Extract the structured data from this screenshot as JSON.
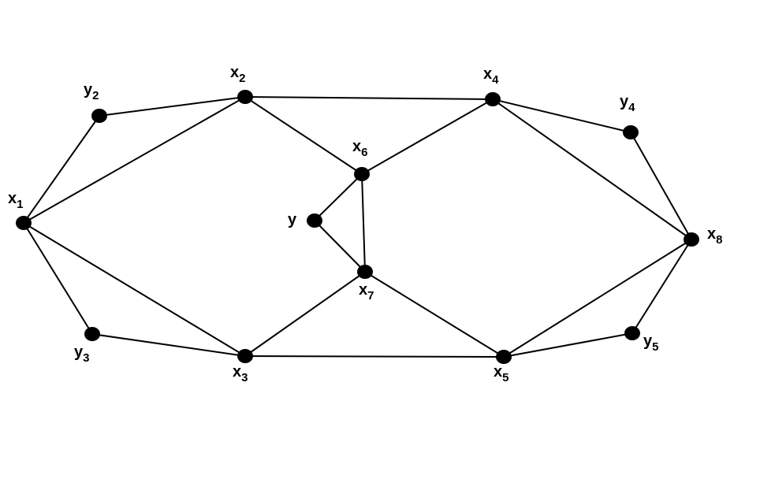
{
  "graph": {
    "vertices": [
      {
        "id": "x1",
        "name": "x",
        "sub": "1"
      },
      {
        "id": "x2",
        "name": "x",
        "sub": "2"
      },
      {
        "id": "x3",
        "name": "x",
        "sub": "3"
      },
      {
        "id": "x4",
        "name": "x",
        "sub": "4"
      },
      {
        "id": "x5",
        "name": "x",
        "sub": "5"
      },
      {
        "id": "x6",
        "name": "x",
        "sub": "6"
      },
      {
        "id": "x7",
        "name": "x",
        "sub": "7"
      },
      {
        "id": "x8",
        "name": "x",
        "sub": "8"
      },
      {
        "id": "y",
        "name": "y",
        "sub": ""
      },
      {
        "id": "y2",
        "name": "y",
        "sub": "2"
      },
      {
        "id": "y3",
        "name": "y",
        "sub": "3"
      },
      {
        "id": "y4",
        "name": "y",
        "sub": "4"
      },
      {
        "id": "y5",
        "name": "y",
        "sub": "5"
      }
    ],
    "edges": [
      [
        "x1",
        "y2"
      ],
      [
        "y2",
        "x2"
      ],
      [
        "x1",
        "x2"
      ],
      [
        "x1",
        "y3"
      ],
      [
        "y3",
        "x3"
      ],
      [
        "x1",
        "x3"
      ],
      [
        "x2",
        "x4"
      ],
      [
        "x2",
        "x6"
      ],
      [
        "x6",
        "x4"
      ],
      [
        "x6",
        "y"
      ],
      [
        "x6",
        "x7"
      ],
      [
        "y",
        "x7"
      ],
      [
        "x3",
        "x7"
      ],
      [
        "x7",
        "x5"
      ],
      [
        "x3",
        "x5"
      ],
      [
        "x4",
        "y4"
      ],
      [
        "y4",
        "x8"
      ],
      [
        "x4",
        "x8"
      ],
      [
        "x5",
        "y5"
      ],
      [
        "y5",
        "x8"
      ],
      [
        "x5",
        "x8"
      ]
    ],
    "colors": {
      "edge": "#000000",
      "vertex": "#000000",
      "background": "#ffffff"
    }
  }
}
